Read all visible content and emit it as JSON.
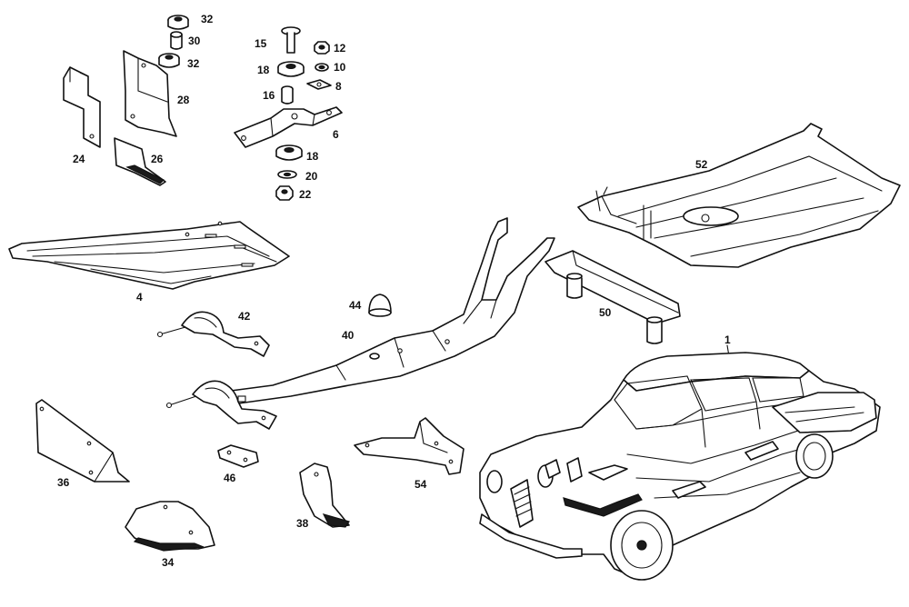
{
  "labels": {
    "p1": "1",
    "p4": "4",
    "p6": "6",
    "p8": "8",
    "p10": "10",
    "p12": "12",
    "p15": "15",
    "p16": "16",
    "p18a": "18",
    "p18b": "18",
    "p20": "20",
    "p22": "22",
    "p24": "24",
    "p26": "26",
    "p28": "28",
    "p30": "30",
    "p32a": "32",
    "p32b": "32",
    "p34": "34",
    "p36": "36",
    "p38": "38",
    "p40": "40",
    "p42": "42",
    "p44": "44",
    "p46": "46",
    "p50": "50",
    "p52": "52",
    "p54": "54"
  }
}
